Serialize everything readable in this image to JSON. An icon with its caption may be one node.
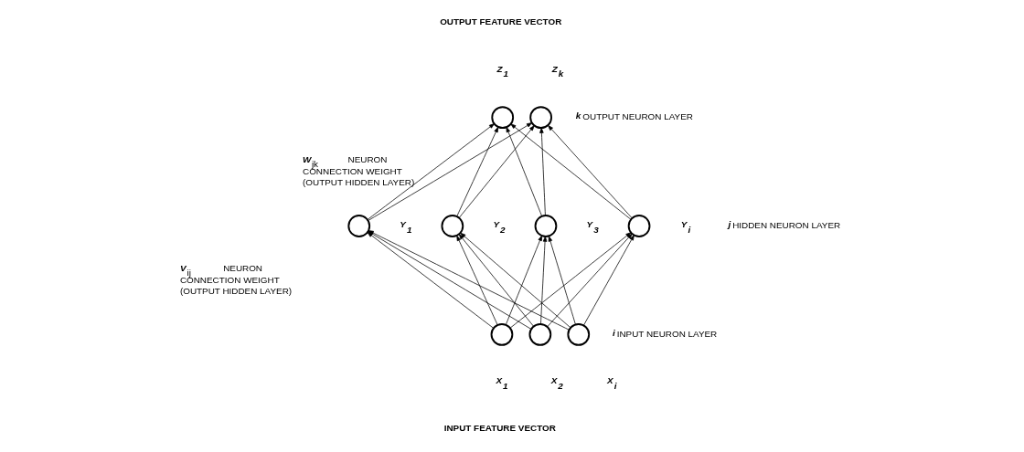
{
  "diagram": {
    "nodes": [
      {
        "text": [],
        "shape": "circle"
      },
      {
        "text": [],
        "shape": "circle"
      },
      {
        "text": [],
        "shape": "circle"
      },
      {
        "text": [],
        "shape": "circle"
      },
      {
        "text": [],
        "shape": "circle"
      },
      {
        "text": [],
        "shape": "circle"
      },
      {
        "text": [],
        "shape": "circle"
      },
      {
        "text": [],
        "shape": "circle"
      },
      {
        "text": [],
        "shape": "circle"
      }
    ],
    "edges": [
      {
        "from": 2,
        "to": 0,
        "arrow": "to"
      },
      {
        "from": 2,
        "to": 1,
        "arrow": "to"
      },
      {
        "from": 3,
        "to": 0,
        "arrow": "to"
      },
      {
        "from": 3,
        "to": 1,
        "arrow": "to"
      },
      {
        "from": 4,
        "to": 0,
        "arrow": "to"
      },
      {
        "from": 4,
        "to": 1,
        "arrow": "to"
      },
      {
        "from": 5,
        "to": 0,
        "arrow": "to"
      },
      {
        "from": 5,
        "to": 1,
        "arrow": "to"
      },
      {
        "from": 6,
        "to": 2,
        "arrow": "to"
      },
      {
        "from": 6,
        "to": 3,
        "arrow": "to"
      },
      {
        "from": 6,
        "to": 4,
        "arrow": "to"
      },
      {
        "from": 6,
        "to": 5,
        "arrow": "to"
      },
      {
        "from": 7,
        "to": 2,
        "arrow": "to"
      },
      {
        "from": 7,
        "to": 3,
        "arrow": "to"
      },
      {
        "from": 7,
        "to": 4,
        "arrow": "to"
      },
      {
        "from": 7,
        "to": 5,
        "arrow": "to"
      },
      {
        "from": 8,
        "to": 2,
        "arrow": "to"
      },
      {
        "from": 8,
        "to": 3,
        "arrow": "to"
      },
      {
        "from": 8,
        "to": 4,
        "arrow": "to"
      },
      {
        "from": 8,
        "to": 5,
        "arrow": "to"
      }
    ],
    "labels": [
      "OUTPUT FEATURE VECTOR",
      "Z$_{1}$",
      "Z$_{k}$",
      "**k** OUTPUT NEURON LAYER",
      "**W**$_{jk}$ NEURON CONNECTION WEIGHT (OUTPUT HIDDEN LAYER)",
      "Y$_{1}$",
      "Y$_{2}$",
      "Y$_{3}$",
      "Y$_{i}$",
      "**j** HIDDEN NEURON LAYER",
      "**V**$_{ij}$ NEURON CONNECTION WEIGHT (OUTPUT HIDDEN LAYER)",
      "**i** INPUT NEURON LAYER",
      "X$_{1}$",
      "X$_{2}$",
      "X$_{i}$",
      "INPUT FEATURE VECTOR"
    ]
  }
}
